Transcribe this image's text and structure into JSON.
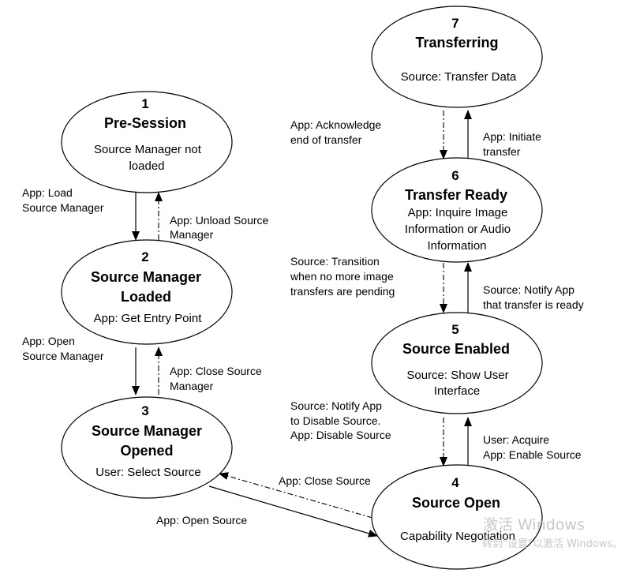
{
  "states": [
    {
      "id": "s1",
      "number": "1",
      "title": [
        "Pre-Session"
      ],
      "desc": [
        "Source Manager not",
        "loaded"
      ]
    },
    {
      "id": "s2",
      "number": "2",
      "title": [
        "Source Manager",
        "Loaded"
      ],
      "desc": [
        "App:  Get Entry Point"
      ]
    },
    {
      "id": "s3",
      "number": "3",
      "title": [
        "Source Manager",
        "Opened"
      ],
      "desc": [
        "User:  Select Source"
      ]
    },
    {
      "id": "s4",
      "number": "4",
      "title": [
        "Source Open"
      ],
      "desc": [
        "Capability Negotiation"
      ]
    },
    {
      "id": "s5",
      "number": "5",
      "title": [
        "Source Enabled"
      ],
      "desc": [
        "Source: Show User",
        "Interface"
      ]
    },
    {
      "id": "s6",
      "number": "6",
      "title": [
        "Transfer Ready"
      ],
      "desc": [
        "App: Inquire Image",
        "Information or Audio",
        "Information"
      ]
    },
    {
      "id": "s7",
      "number": "7",
      "title": [
        "Transferring"
      ],
      "desc": [
        "Source: Transfer Data"
      ]
    }
  ],
  "transitions": [
    {
      "id": "t1",
      "style": "solid",
      "label": [
        "App: Load",
        "Source Manager"
      ]
    },
    {
      "id": "t2",
      "style": "dashed",
      "label": [
        "App: Unload Source",
        "Manager"
      ]
    },
    {
      "id": "t3",
      "style": "solid",
      "label": [
        "App: Open",
        "Source Manager"
      ]
    },
    {
      "id": "t4",
      "style": "dashed",
      "label": [
        "App: Close Source",
        "Manager"
      ]
    },
    {
      "id": "t5",
      "style": "solid",
      "label": [
        "App: Open Source"
      ]
    },
    {
      "id": "t6",
      "style": "dashed",
      "label": [
        "App: Close Source"
      ]
    },
    {
      "id": "t7",
      "style": "solid",
      "label": [
        "User: Acquire",
        "App: Enable Source"
      ]
    },
    {
      "id": "t8",
      "style": "dashed",
      "label": [
        "Source: Notify App",
        "to Disable Source.",
        "App: Disable Source"
      ]
    },
    {
      "id": "t9",
      "style": "solid",
      "label": [
        "Source: Notify App",
        "that transfer is ready"
      ]
    },
    {
      "id": "t10",
      "style": "dashed",
      "label": [
        "Source: Transition",
        "when no more image",
        "transfers are pending"
      ]
    },
    {
      "id": "t11",
      "style": "solid",
      "label": [
        "App: Initiate",
        "transfer"
      ]
    },
    {
      "id": "t12",
      "style": "dashed",
      "label": [
        "App: Acknowledge",
        "end of transfer"
      ]
    }
  ],
  "watermark": {
    "line1": "激活 Windows",
    "line2": "转到\"设置\"以激活 Windows。"
  },
  "colors": {
    "stroke": "#000000",
    "background": "#ffffff",
    "watermark": "#c8c8c8"
  }
}
